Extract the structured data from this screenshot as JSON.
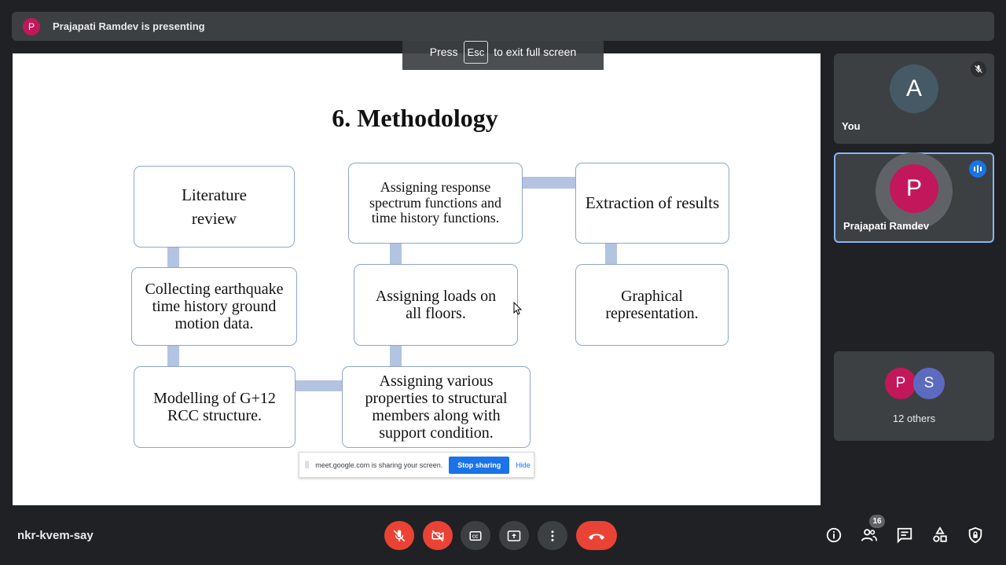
{
  "presenting": {
    "avatar": "P",
    "text": "Prajapati Ramdev is presenting"
  },
  "fullscreen_hint": {
    "press": "Press",
    "key": "Esc",
    "rest": "to exit full screen"
  },
  "slide": {
    "title": "6. Methodology",
    "boxes": {
      "literature": [
        "Literature",
        "review"
      ],
      "response": [
        "Assigning response",
        "spectrum functions and",
        "time history functions."
      ],
      "extraction": [
        "Extraction of results"
      ],
      "collecting": [
        "Collecting earthquake",
        "time history ground",
        "motion data."
      ],
      "loads": [
        "Assigning loads on",
        "all floors."
      ],
      "graphical": [
        "Graphical",
        "representation."
      ],
      "modelling": [
        "Modelling of G+12",
        "RCC structure."
      ],
      "properties": [
        "Assigning various",
        "properties to structural",
        "members along with",
        "support condition."
      ]
    }
  },
  "share_bar": {
    "grip": "||",
    "text": "meet.google.com is sharing your screen.",
    "stop": "Stop sharing",
    "hide": "Hide"
  },
  "tiles": {
    "you": {
      "avatar": "A",
      "name": "You",
      "avatar_color": "#455a64"
    },
    "presenter": {
      "avatar": "P",
      "name": "Prajapati Ramdev",
      "avatar_color": "#c2185b"
    },
    "others": {
      "avatars": [
        "P",
        "S"
      ],
      "colors": [
        "#c2185b",
        "#5c6bc0"
      ],
      "label": "12 others"
    }
  },
  "bottom": {
    "meeting_code": "nkr-kvem-say",
    "people_count": "16",
    "icons": [
      "mic-off-icon",
      "camera-off-icon",
      "captions-icon",
      "present-icon",
      "more-icon",
      "hangup-icon",
      "info-icon",
      "people-icon",
      "chat-icon",
      "activities-icon",
      "host-controls-icon"
    ]
  },
  "colors": {
    "accent": "#1a73e8",
    "danger": "#ea4335",
    "surface": "#3c4043",
    "background": "#202124",
    "connector": "#b3c3e2"
  }
}
